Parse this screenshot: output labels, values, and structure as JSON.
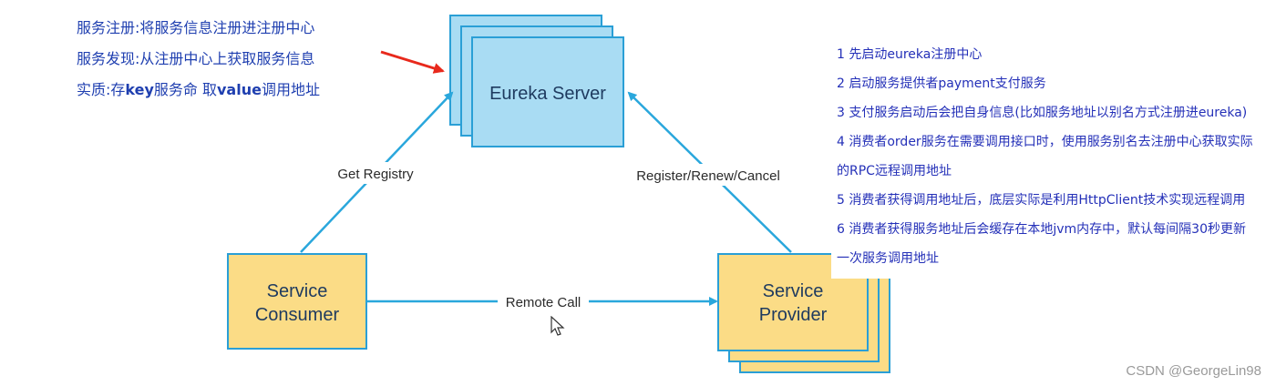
{
  "notes": {
    "line1": "服务注册:将服务信息注册进注册中心",
    "line2": "服务发现:从注册中心上获取服务信息",
    "line3_prefix": "实质:存",
    "line3_key": "key",
    "line3_mid": "服务命 取",
    "line3_value": "value",
    "line3_suffix": "调用地址"
  },
  "diagram": {
    "server_label": "Eureka Server",
    "consumer_label_1": "Service",
    "consumer_label_2": "Consumer",
    "provider_label_1": "Service",
    "provider_label_2": "Provider",
    "get_registry": "Get Registry",
    "register_renew_cancel": "Register/Renew/Cancel",
    "remote_call": "Remote Call"
  },
  "steps": [
    "1 先启动eureka注册中心",
    "2 启动服务提供者payment支付服务",
    "3 支付服务启动后会把自身信息(比如服务地址以别名方式注册进eureka)",
    "4 消费者order服务在需要调用接口时，使用服务别名去注册中心获取实际的RPC远程调用地址",
    "5 消费者获得调用地址后，底层实际是利用HttpClient技术实现远程调用",
    "6 消费者获得服务地址后会缓存在本地jvm内存中，默认每间隔30秒更新一次服务调用地址"
  ],
  "watermark": "CSDN @GeorgeLin98",
  "colors": {
    "server_fill": "#a9dcf3",
    "box_stroke": "#2a9fd6",
    "service_fill": "#fbdc86",
    "arrow": "#2aa7dc",
    "red_arrow": "#e8291c",
    "note_text": "#1f3fb0"
  }
}
